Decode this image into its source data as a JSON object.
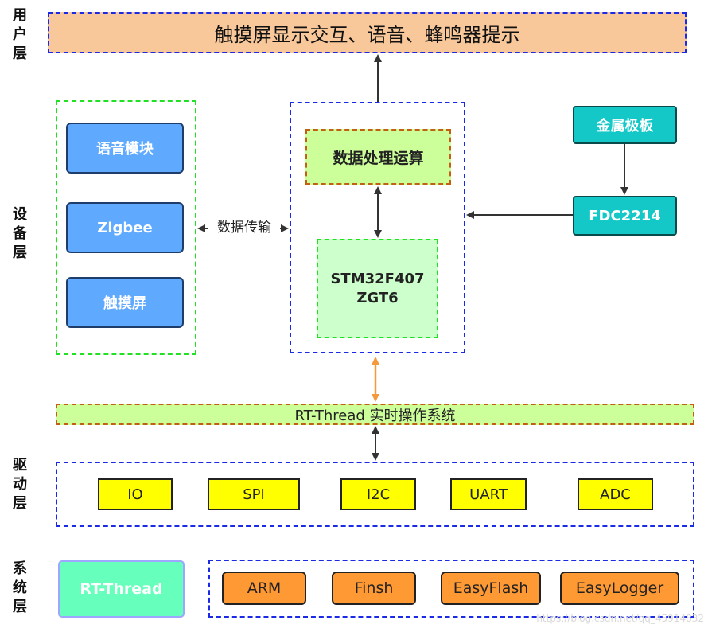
{
  "layers": {
    "user": "用\n户\n层",
    "device": "设\n备\n层",
    "driver": "驱\n动\n层",
    "system": "系\n统\n层"
  },
  "user_layer": {
    "text": "触摸屏显示交互、语音、蜂鸣器提示"
  },
  "device_layer": {
    "modules": [
      "语音模块",
      "Zigbee",
      "触摸屏"
    ],
    "transfer_label": "数据传输",
    "processing": "数据处理运算",
    "mcu_line1": "STM32F407",
    "mcu_line2": "ZGT6",
    "metal_plate": "金属极板",
    "sensor": "FDC2214"
  },
  "rtos_bar": {
    "text": "RT-Thread 实时操作系统"
  },
  "driver_layer": {
    "items": [
      "IO",
      "SPI",
      "I2C",
      "UART",
      "ADC"
    ]
  },
  "system_layer": {
    "kernel": "RT-Thread",
    "components": [
      "ARM",
      "Finsh",
      "EasyFlash",
      "EasyLogger"
    ]
  },
  "watermark": "https://blog.csdn.net/qq_45914832",
  "colors": {
    "dashed_blue": "#1a2ae6",
    "dashed_green": "#22e022",
    "user_box": "#f8c89a",
    "module_blue": "#5fa9ff",
    "processing_green": "#ccff99",
    "mcu_green": "#ccffcc",
    "sensor_teal": "#14c8c8",
    "driver_yellow": "#ffff00",
    "component_orange": "#ff9933",
    "kernel_mint": "#66ffbb",
    "arrow_orange": "#f59a3c"
  }
}
